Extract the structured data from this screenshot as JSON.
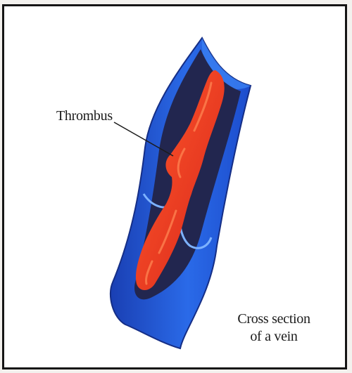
{
  "labels": {
    "thrombus": "Thrombus",
    "caption_line1": "Cross section",
    "caption_line2": "of a vein"
  },
  "colors": {
    "vein_wall": "#1f55d6",
    "vein_highlight": "#2e76f0",
    "vein_lumen": "#20234a",
    "valve": "#6aa8ff",
    "thrombus": "#e8321b",
    "thrombus_highlight": "#ff6a3a",
    "frame": "#151515",
    "background": "#ffffff"
  },
  "icons": {
    "vein": "vein-cross-section-illustration",
    "thrombus": "blood-clot-shape",
    "valve": "venous-valve-leaflet"
  }
}
